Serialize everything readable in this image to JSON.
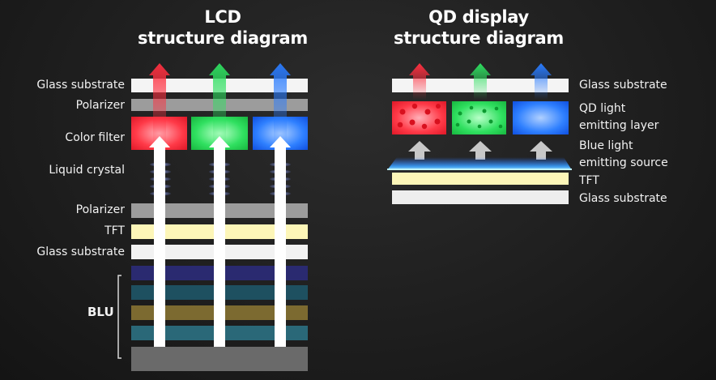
{
  "lcd": {
    "title_line1": "LCD",
    "title_line2": "structure diagram",
    "labels": {
      "glass_substrate_top": "Glass substrate",
      "polarizer_top": "Polarizer",
      "color_filter": "Color filter",
      "liquid_crystal": "Liquid crystal",
      "polarizer_bottom": "Polarizer",
      "tft": "TFT",
      "glass_substrate_bottom": "Glass substrate",
      "blu": "BLU"
    }
  },
  "qd": {
    "title_line1": "QD display",
    "title_line2": "structure diagram",
    "labels": {
      "glass_substrate_top": "Glass substrate",
      "qd_layer_line1": "QD light",
      "qd_layer_line2": "emitting layer",
      "blue_source_line1": "Blue light",
      "blue_source_line2": "emitting source",
      "tft": "TFT",
      "glass_substrate_bottom": "Glass substrate"
    }
  },
  "colors": {
    "red": "#ff3040",
    "green": "#2ee060",
    "blue": "#2a7cff",
    "glass": "#f4f4f4",
    "polarizer": "#9c9c9c",
    "tft": "#fdf6b8",
    "blu_base": "#6a6a6a"
  }
}
